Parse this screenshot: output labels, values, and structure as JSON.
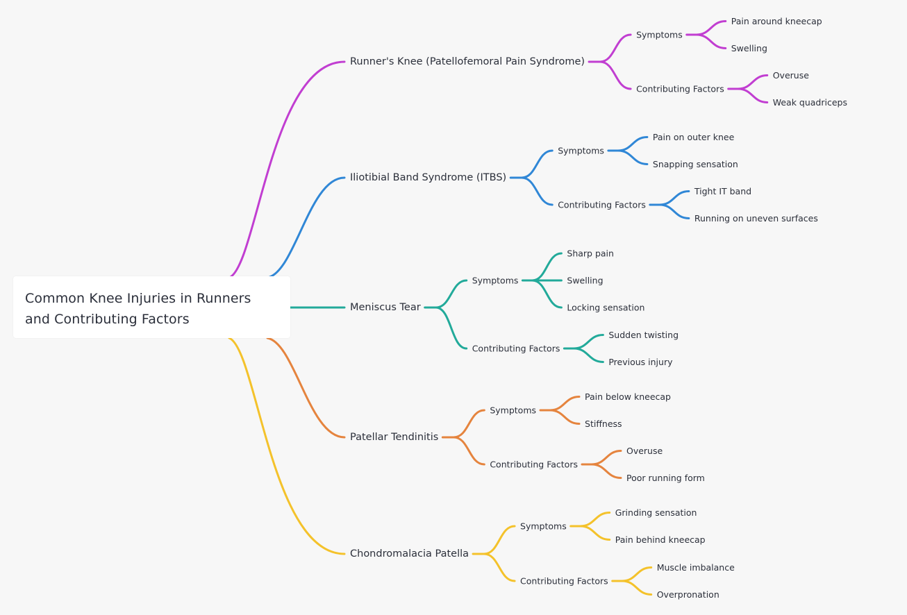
{
  "root": {
    "title": "Common Knee Injuries in Runners and Contributing Factors"
  },
  "branches": [
    {
      "label": "Runner's Knee (Patellofemoral Pain Syndrome)",
      "color": "#c13ed1",
      "groups": [
        {
          "label": "Symptoms",
          "items": [
            "Pain around kneecap",
            "Swelling"
          ]
        },
        {
          "label": "Contributing Factors",
          "items": [
            "Overuse",
            "Weak quadriceps"
          ]
        }
      ]
    },
    {
      "label": "Iliotibial Band Syndrome (ITBS)",
      "color": "#3087d6",
      "groups": [
        {
          "label": "Symptoms",
          "items": [
            "Pain on outer knee",
            "Snapping sensation"
          ]
        },
        {
          "label": "Contributing Factors",
          "items": [
            "Tight IT band",
            "Running on uneven surfaces"
          ]
        }
      ]
    },
    {
      "label": "Meniscus Tear",
      "color": "#22aa9a",
      "groups": [
        {
          "label": "Symptoms",
          "items": [
            "Sharp pain",
            "Swelling",
            "Locking sensation"
          ]
        },
        {
          "label": "Contributing Factors",
          "items": [
            "Sudden twisting",
            "Previous injury"
          ]
        }
      ]
    },
    {
      "label": "Patellar Tendinitis",
      "color": "#e5843e",
      "groups": [
        {
          "label": "Symptoms",
          "items": [
            "Pain below kneecap",
            "Stiffness"
          ]
        },
        {
          "label": "Contributing Factors",
          "items": [
            "Overuse",
            "Poor running form"
          ]
        }
      ]
    },
    {
      "label": "Chondromalacia Patella",
      "color": "#f4c22b",
      "groups": [
        {
          "label": "Symptoms",
          "items": [
            "Grinding sensation",
            "Pain behind kneecap"
          ]
        },
        {
          "label": "Contributing Factors",
          "items": [
            "Muscle imbalance",
            "Overpronation"
          ]
        }
      ]
    }
  ]
}
